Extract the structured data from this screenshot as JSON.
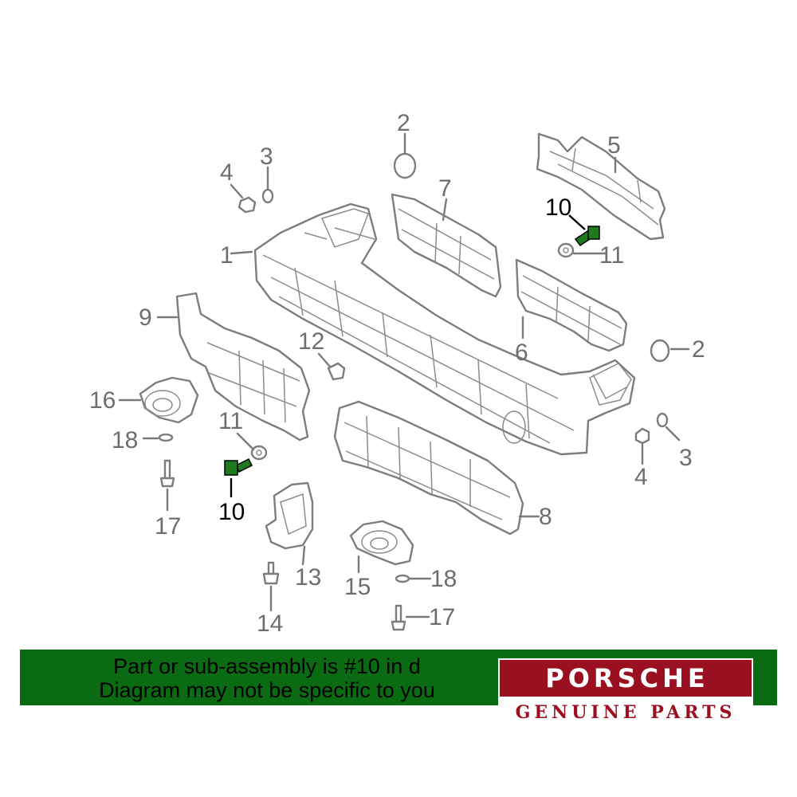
{
  "callouts": {
    "c1": "1",
    "c2a": "2",
    "c2b": "2",
    "c3a": "3",
    "c3b": "3",
    "c4a": "4",
    "c4b": "4",
    "c5": "5",
    "c6": "6",
    "c7": "7",
    "c8": "8",
    "c9": "9",
    "c10a": "10",
    "c10b": "10",
    "c11a": "11",
    "c11b": "11",
    "c12": "12",
    "c13": "13",
    "c14": "14",
    "c15": "15",
    "c16": "16",
    "c17a": "17",
    "c17b": "17",
    "c18a": "18",
    "c18b": "18"
  },
  "highlight_part": "10",
  "colors": {
    "highlight": "#1f7a1f",
    "banner": "#0b6b12",
    "brand": "#9a1020"
  },
  "banner": {
    "line1": "Part or sub-assembly is #10 in d",
    "line2": "Diagram may not be specific to you"
  },
  "logo": {
    "word": "PORSCHE",
    "sub": "GENUINE PARTS"
  }
}
